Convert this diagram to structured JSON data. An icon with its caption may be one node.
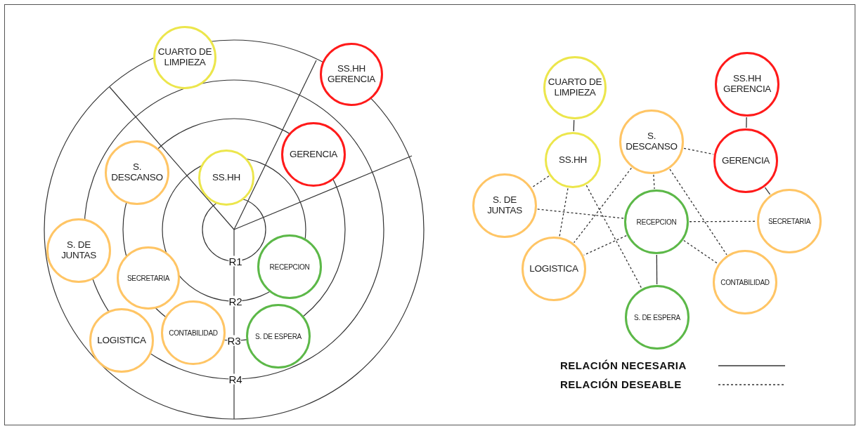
{
  "diagram": {
    "nodes": [
      {
        "text": [
          "CUARTO DE LIMPIEZA"
        ]
      },
      {
        "text": [
          "SS.HH GERENCIA"
        ]
      },
      {
        "text": [
          "GERENCIA"
        ]
      },
      {
        "text": [
          "S. DESCANSO"
        ]
      },
      {
        "text": [
          "SS.HH"
        ]
      },
      {
        "text": [
          "S. DE JUNTAS"
        ]
      },
      {
        "text": [
          "RECEPCION"
        ]
      },
      {
        "text": [
          "SECRETARIA"
        ]
      },
      {
        "text": [
          "S. DE ESPERA"
        ]
      },
      {
        "text": [
          "LOGISTICA"
        ]
      },
      {
        "text": [
          "CONTABILIDAD"
        ]
      },
      {
        "text": [
          "CUARTO DE LIMPIEZA"
        ]
      },
      {
        "text": [
          "SS.HH GERENCIA"
        ]
      },
      {
        "text": [
          "S. DESCANSO"
        ]
      },
      {
        "text": [
          "SS.HH"
        ]
      },
      {
        "text": [
          "GERENCIA"
        ]
      },
      {
        "text": [
          "S. DE JUNTAS"
        ]
      },
      {
        "text": [
          "RECEPCION"
        ]
      },
      {
        "text": [
          "SECRETARIA"
        ]
      },
      {
        "text": [
          "LOGISTICA"
        ]
      },
      {
        "text": [
          "CONTABILIDAD"
        ]
      },
      {
        "text": [
          "S. DE ESPERA"
        ]
      }
    ],
    "edges": [
      {
        "from": 11,
        "to": 14,
        "arrow": "none"
      },
      {
        "from": 12,
        "to": 15,
        "arrow": "none"
      },
      {
        "from": 15,
        "to": 18,
        "arrow": "none"
      },
      {
        "from": 17,
        "to": 21,
        "arrow": "none"
      },
      {
        "from": 14,
        "to": 16,
        "arrow": "none",
        "style": "dashed"
      },
      {
        "from": 14,
        "to": 19,
        "arrow": "none",
        "style": "dashed"
      },
      {
        "from": 14,
        "to": 21,
        "arrow": "none",
        "style": "dashed"
      },
      {
        "from": 13,
        "to": 15,
        "arrow": "none",
        "style": "dashed"
      },
      {
        "from": 13,
        "to": 17,
        "arrow": "none",
        "style": "dashed"
      },
      {
        "from": 13,
        "to": 19,
        "arrow": "none",
        "style": "dashed"
      },
      {
        "from": 13,
        "to": 20,
        "arrow": "none",
        "style": "dashed"
      },
      {
        "from": 16,
        "to": 17,
        "arrow": "none",
        "style": "dashed"
      },
      {
        "from": 17,
        "to": 18,
        "arrow": "none",
        "style": "dashed"
      },
      {
        "from": 17,
        "to": 19,
        "arrow": "none",
        "style": "dashed"
      },
      {
        "from": 17,
        "to": 20,
        "arrow": "none",
        "style": "dashed"
      }
    ],
    "labels": [
      "R1",
      "R2",
      "R3",
      "R4"
    ],
    "legend": [
      {
        "text": "RELACIÓN NECESARIA"
      },
      {
        "text": "RELACIÓN DESEABLE"
      }
    ]
  }
}
